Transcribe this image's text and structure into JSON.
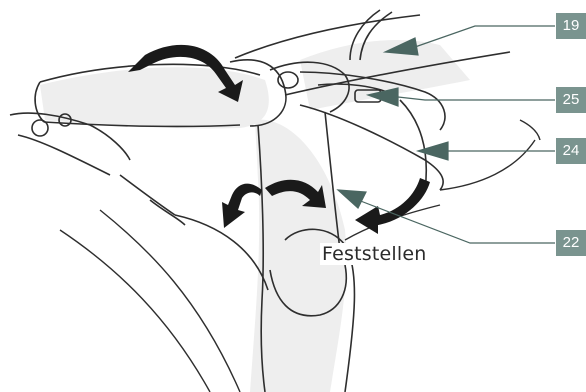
{
  "callouts": [
    {
      "id": "19",
      "label": "19"
    },
    {
      "id": "25",
      "label": "25"
    },
    {
      "id": "24",
      "label": "24"
    },
    {
      "id": "22",
      "label": "22"
    }
  ],
  "caption": "Feststellen",
  "colors": {
    "callout_bg": "#7a948f",
    "callout_text": "#ffffff",
    "line_art": "#2e2e2e",
    "shading": "#e6e6e6",
    "arrow": "#1a1a1a"
  }
}
